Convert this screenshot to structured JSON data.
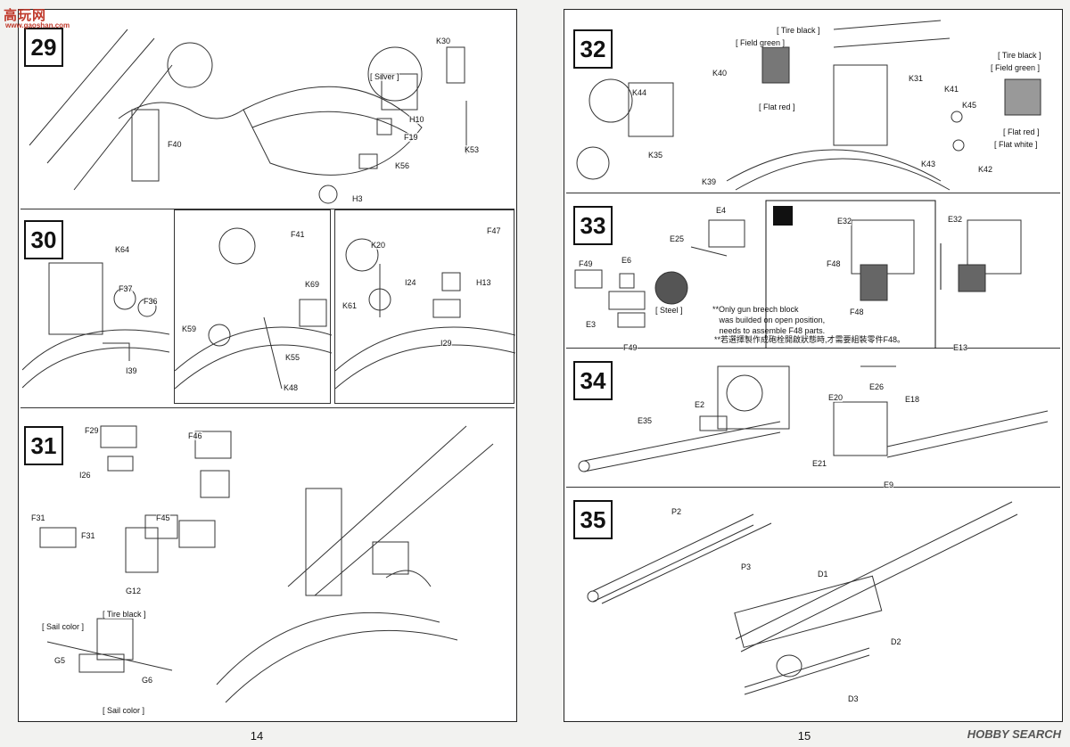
{
  "watermark": {
    "site": "高玩网",
    "site_url": "www.gaoshan.com"
  },
  "brand_watermark": "HOBBY SEARCH",
  "left_page": {
    "number": "14",
    "steps": [
      {
        "id": "29",
        "labels": [
          "K30",
          "[ Silver ]",
          "H10",
          "F19",
          "F40",
          "K56",
          "K53",
          "H3"
        ]
      },
      {
        "id": "30",
        "labels": [
          "K64",
          "F37",
          "F36",
          "I39",
          "F41",
          "K69",
          "K59",
          "K55",
          "K48",
          "F47",
          "K20",
          "I24",
          "H13",
          "K61",
          "I29"
        ]
      },
      {
        "id": "31",
        "labels": [
          "F29",
          "I26",
          "F46",
          "F31",
          "F31",
          "F45",
          "G12",
          "[ Tire black ]",
          "[ Sail color ]",
          "G5",
          "G6",
          "[ Sail color ]"
        ]
      }
    ]
  },
  "right_page": {
    "number": "15",
    "steps": [
      {
        "id": "32",
        "labels": [
          "[ Tire black ]",
          "[ Field green ]",
          "K40",
          "K44",
          "[ Flat red ]",
          "K35",
          "K39",
          "K31",
          "K41",
          "K45",
          "K43",
          "K42",
          "[ Tire black ]",
          "[ Field green ]",
          "[ Flat red ]",
          "[ Flat white ]"
        ]
      },
      {
        "id": "33",
        "labels": [
          "E4",
          "E25",
          "F49",
          "E6",
          "E3",
          "F49",
          "[ Steel ]",
          "E32",
          "F48",
          "F48",
          "E32",
          "E13"
        ]
      },
      {
        "id": "34",
        "labels": [
          "E2",
          "E35",
          "E20",
          "E26",
          "E18",
          "E21",
          "E9"
        ]
      },
      {
        "id": "35",
        "labels": [
          "P2",
          "P3",
          "D1",
          "D2",
          "D3"
        ]
      }
    ],
    "note_en": "**Only gun breech block\n   was builded on open position,\n   needs to assemble F48 parts.",
    "note_zh": "**若選擇製作成砲栓開啟狀態時,才需要組裝零件F48。"
  }
}
